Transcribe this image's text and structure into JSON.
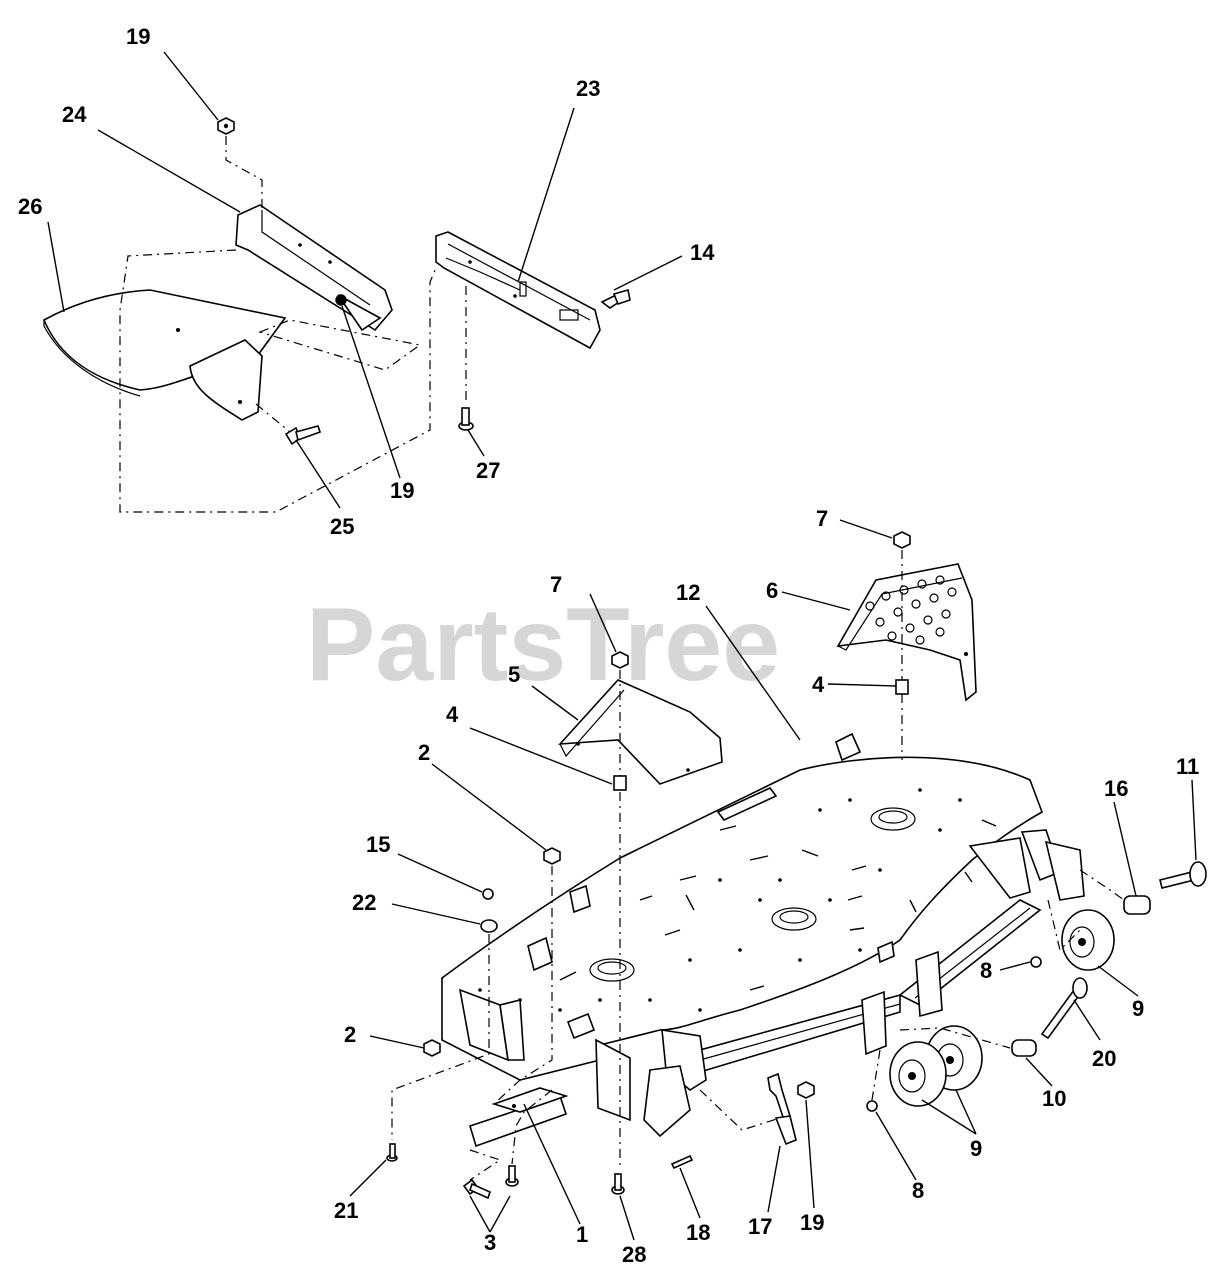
{
  "watermark": "PartsTree",
  "callouts": {
    "c19a": "19",
    "c24": "24",
    "c23": "23",
    "c26": "26",
    "c14": "14",
    "c19b": "19",
    "c27": "27",
    "c25": "25",
    "c7a": "7",
    "c6": "6",
    "c7b": "7",
    "c12": "12",
    "c5": "5",
    "c4a": "4",
    "c4b": "4",
    "c2a": "2",
    "c11": "11",
    "c16": "16",
    "c15": "15",
    "c22": "22",
    "c8a": "8",
    "c9a": "9",
    "c20": "20",
    "c2b": "2",
    "c10": "10",
    "c9b": "9",
    "c8b": "8",
    "c21": "21",
    "c1": "1",
    "c18": "18",
    "c17": "17",
    "c19c": "19",
    "c3": "3",
    "c28": "28"
  },
  "colors": {
    "ink": "#000000",
    "watermark": "#c9c9c9",
    "background": "#ffffff"
  }
}
